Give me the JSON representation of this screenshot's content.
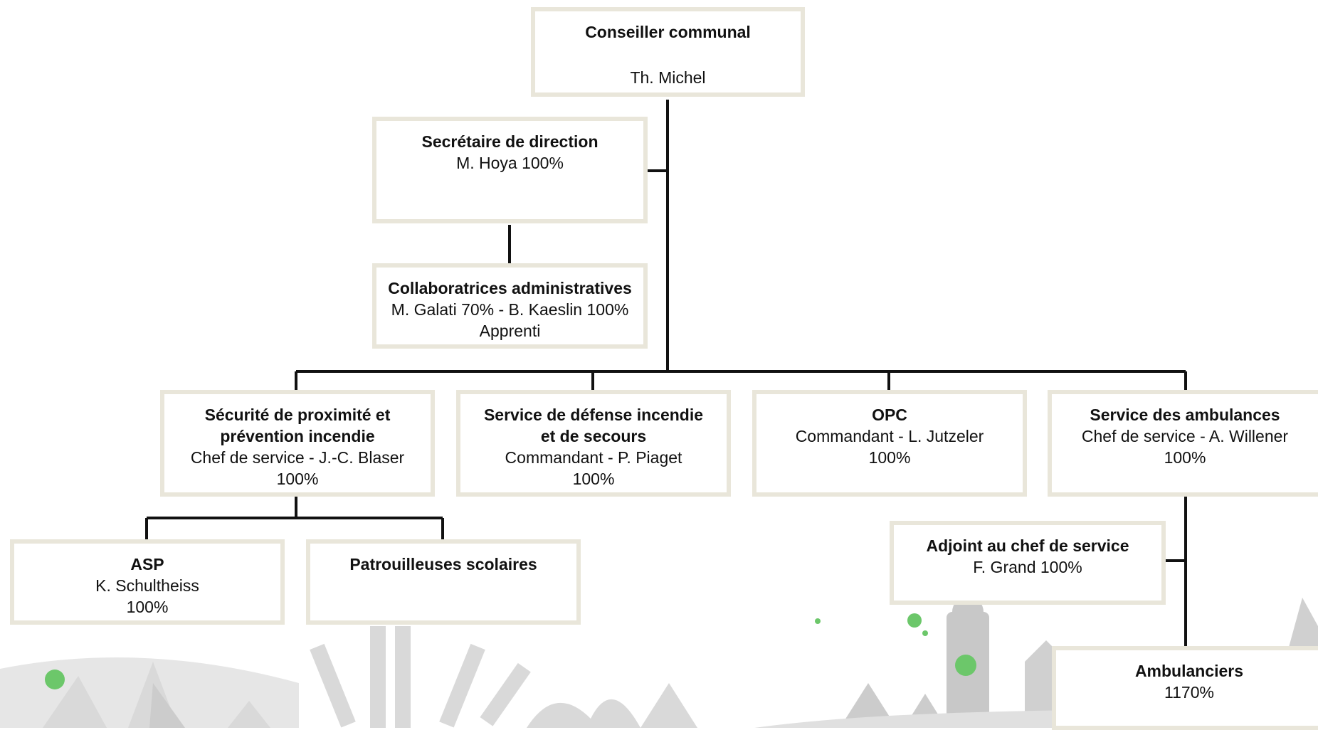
{
  "org_chart": {
    "conseiller": {
      "title": "Conseiller communal",
      "name": "Th. Michel"
    },
    "secretaire": {
      "title": "Secrétaire de direction",
      "line1": "M. Hoya 100%"
    },
    "collaboratrices": {
      "title": "Collaboratrices administratives",
      "line1": "M. Galati 70% - B. Kaeslin 100%",
      "line2": "Apprenti"
    },
    "securite": {
      "title_line1": "Sécurité de proximité et",
      "title_line2": "prévention incendie",
      "line1": "Chef de service - J.-C. Blaser",
      "line2": "100%"
    },
    "defense": {
      "title_line1": "Service de défense incendie",
      "title_line2": "et de secours",
      "line1": "Commandant - P. Piaget",
      "line2": "100%"
    },
    "opc": {
      "title": "OPC",
      "line1": "Commandant - L. Jutzeler",
      "line2": "100%"
    },
    "ambulances": {
      "title": "Service des ambulances",
      "line1": "Chef de service - A. Willener",
      "line2": "100%"
    },
    "asp": {
      "title": "ASP",
      "line1": "K. Schultheiss",
      "line2": "100%"
    },
    "patrouilleuses": {
      "title": "Patrouilleuses scolaires"
    },
    "adjoint": {
      "title": "Adjoint au chef de service",
      "line1": "F. Grand 100%"
    },
    "ambulanciers": {
      "title": "Ambulanciers",
      "line1": "1170%"
    }
  },
  "colors": {
    "box_border": "#e9e6da",
    "connector": "#111111",
    "decor_grey": "#cfcfcf",
    "decor_green": "#4caf50"
  }
}
